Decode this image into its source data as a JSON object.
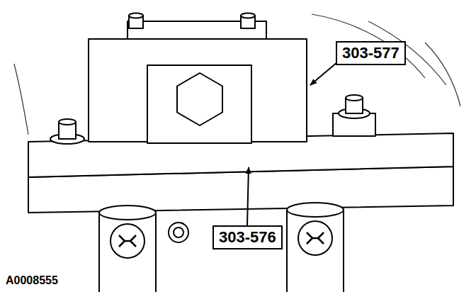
{
  "diagram": {
    "nodes": [
      {
        "text": [
          "303-577"
        ]
      },
      {
        "text": [
          "303-576"
        ]
      }
    ],
    "labels": [
      "A0008555"
    ]
  }
}
